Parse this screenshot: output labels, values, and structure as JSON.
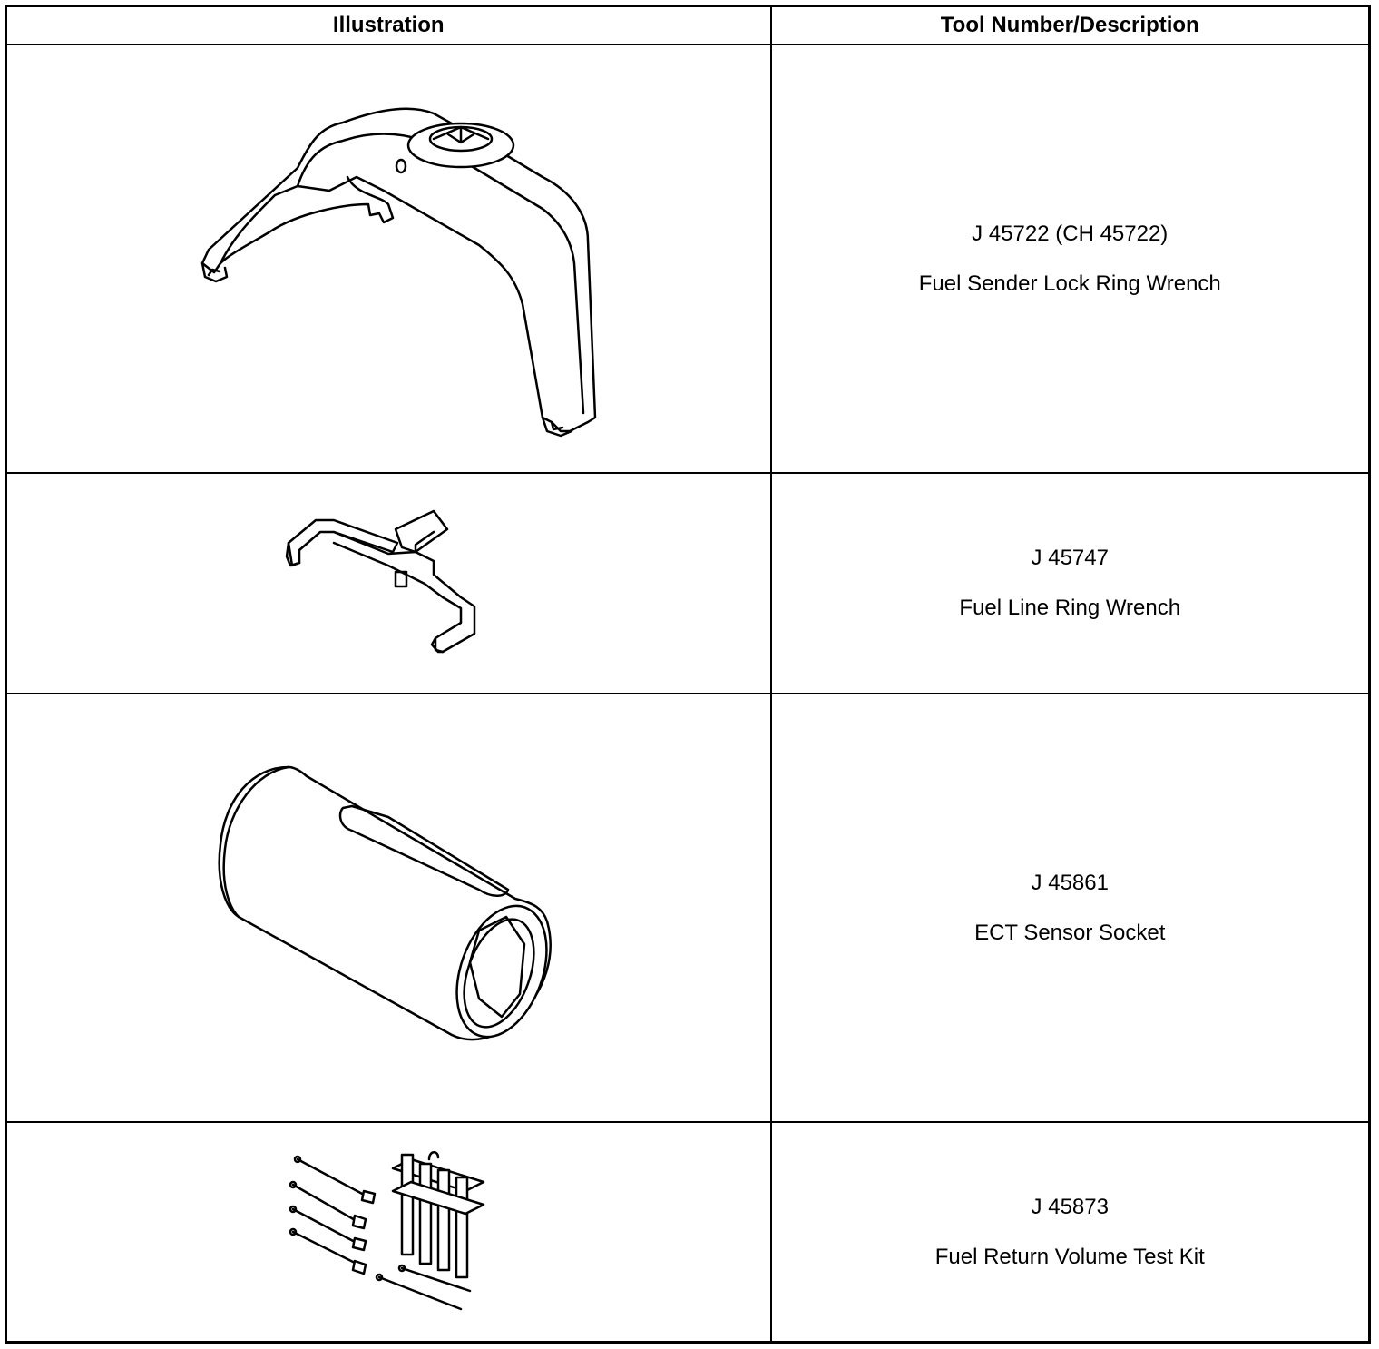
{
  "table": {
    "headers": {
      "illustration": "Illustration",
      "description": "Tool Number/Description"
    },
    "rows": [
      {
        "icon": "lock-ring-wrench-illustration",
        "tool_number": "J 45722 (CH 45722)",
        "description": "Fuel Sender Lock Ring Wrench"
      },
      {
        "icon": "line-ring-wrench-illustration",
        "tool_number": "J 45747",
        "description": "Fuel Line Ring Wrench"
      },
      {
        "icon": "sensor-socket-illustration",
        "tool_number": "J 45861",
        "description": "ECT Sensor Socket"
      },
      {
        "icon": "test-kit-illustration",
        "tool_number": "J 45873",
        "description": "Fuel Return Volume Test Kit"
      }
    ]
  }
}
